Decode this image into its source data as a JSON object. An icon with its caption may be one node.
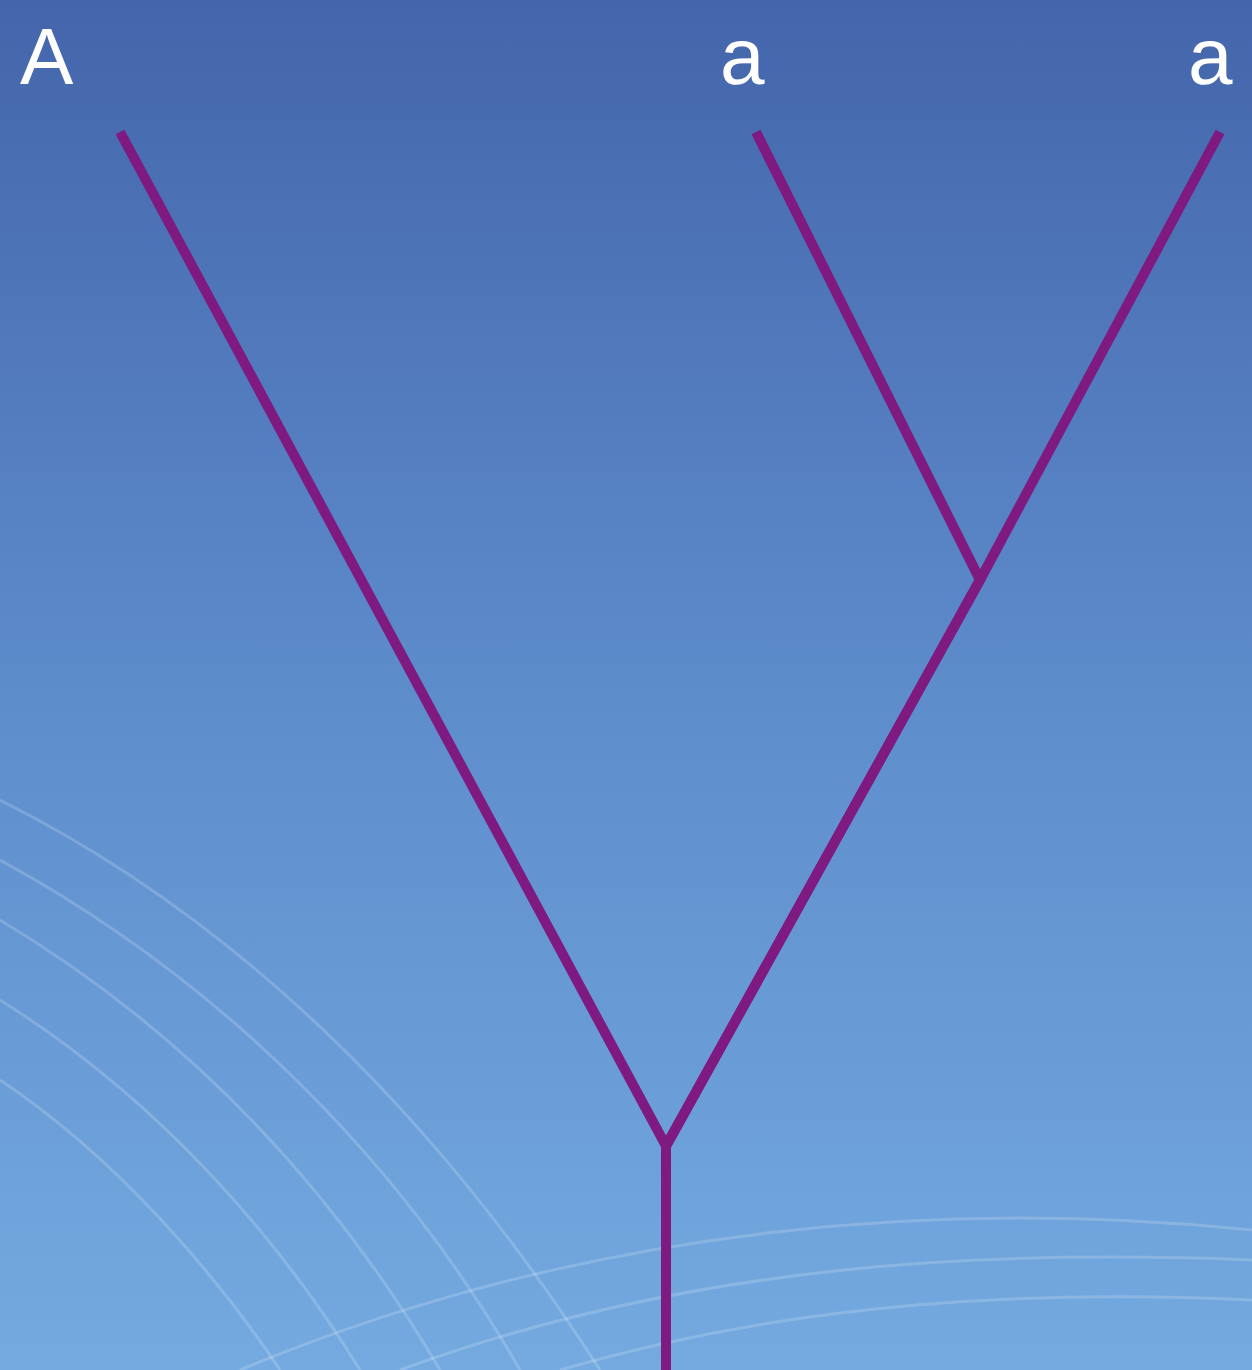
{
  "diagram": {
    "nodes": [
      {
        "text": [
          "A"
        ]
      },
      {
        "text": [
          "a"
        ]
      },
      {
        "text": [
          "a"
        ]
      }
    ],
    "edges": [
      {
        "from": null,
        "to": 0,
        "arrow": "none"
      },
      {
        "from": null,
        "to": 1,
        "arrow": "none"
      },
      {
        "from": null,
        "to": 2,
        "arrow": "none"
      }
    ]
  }
}
